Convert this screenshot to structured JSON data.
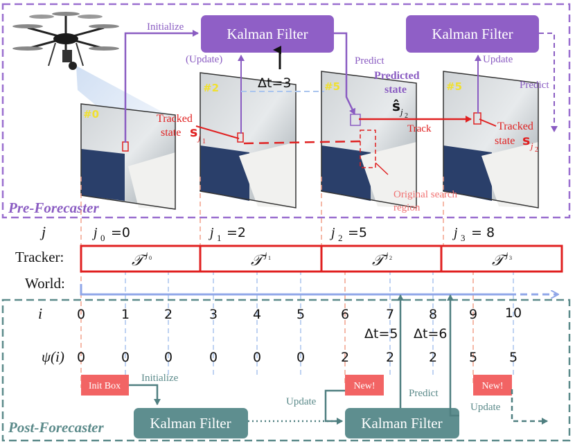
{
  "colors": {
    "purple": "#8a5cc2",
    "purple_box": "#8f5fc6",
    "teal": "#5b8a8a",
    "teal_box": "#5e8e8f",
    "red": "#e02020",
    "salmon": "#f2a08a",
    "light_blue": "#a9c4ee",
    "timeline_blue": "#8fa6e8",
    "new_box": "#f26464"
  },
  "pre": {
    "label": "Pre-Forecaster",
    "kf1": "Kalman Filter",
    "kf2": "Kalman Filter",
    "initialize": "Initialize",
    "update_paren": "(Update)",
    "delta": "Δt=3",
    "predict1": "Predict",
    "update2": "Update",
    "predict2": "Predict",
    "predicted_state_1": "Predicted",
    "predicted_state_2": "state",
    "predicted_symbol": "ŝ",
    "predicted_sub": "j",
    "predicted_subsub": "2",
    "tracked_left_1": "Tracked",
    "tracked_left_2": "state",
    "tracked_sym": "s",
    "tracked_left_sub": "j",
    "tracked_left_subsub": "1",
    "tracked_right_1": "Tracked",
    "tracked_right_2": "state",
    "tracked_right_sub": "j",
    "tracked_right_subsub": "2",
    "track": "Track",
    "original_1": "Original search",
    "original_2": "region",
    "frames": [
      "#0",
      "#2",
      "#5",
      "#5"
    ]
  },
  "rows": {
    "j_label": "j",
    "tracker_label": "Tracker:",
    "world_label": "World:",
    "i_label": "i",
    "psi_label": "ψ(i)",
    "j_values": [
      {
        "base": "j",
        "sub": "0",
        "eq": "=0"
      },
      {
        "base": "j",
        "sub": "1",
        "eq": "=2"
      },
      {
        "base": "j",
        "sub": "2",
        "eq": "=5"
      },
      {
        "base": "j",
        "sub": "3",
        "eq": "= 8"
      }
    ],
    "tracker_cells": [
      {
        "base": "𝒯",
        "sup": "j",
        "supsub": "0"
      },
      {
        "base": "𝒯",
        "sup": "j",
        "supsub": "1"
      },
      {
        "base": "𝒯",
        "sup": "j",
        "supsub": "2"
      },
      {
        "base": "𝒯",
        "sup": "j",
        "supsub": "3"
      }
    ],
    "i_values": [
      "0",
      "1",
      "2",
      "3",
      "4",
      "5",
      "6",
      "7",
      "8",
      "9",
      "10"
    ],
    "psi_values": [
      "0",
      "0",
      "0",
      "0",
      "0",
      "0",
      "2",
      "2",
      "2",
      "5",
      "5"
    ],
    "delta5": "Δt=5",
    "delta6": "Δt=6"
  },
  "post": {
    "label": "Post-Forecaster",
    "init_box": "Init Box",
    "initialize": "Initialize",
    "kf1": "Kalman Filter",
    "kf2": "Kalman Filter",
    "update1": "Update",
    "predict": "Predict",
    "update2": "Update",
    "new1": "New!",
    "new2": "New!"
  }
}
